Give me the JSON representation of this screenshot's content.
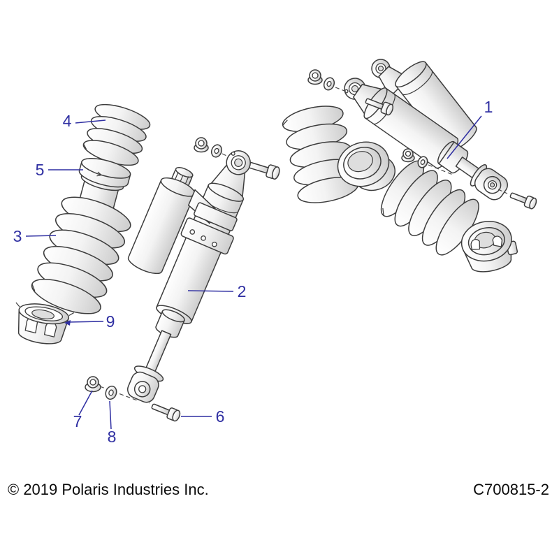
{
  "figure": {
    "type": "exploded-parts-diagram",
    "subject": "shock absorber and spring assembly",
    "callouts": {
      "c1": "1",
      "c2": "2",
      "c3": "3",
      "c4": "4",
      "c5": "5",
      "c6": "6",
      "c7": "7",
      "c8": "8",
      "c9": "9"
    },
    "footer": {
      "copyright": "© 2019 Polaris Industries Inc.",
      "drawing_number": "C700815-2"
    },
    "colors": {
      "callout_blue": "#2f2fa2",
      "line_dark": "#3c3c3c",
      "background": "#ffffff"
    }
  }
}
